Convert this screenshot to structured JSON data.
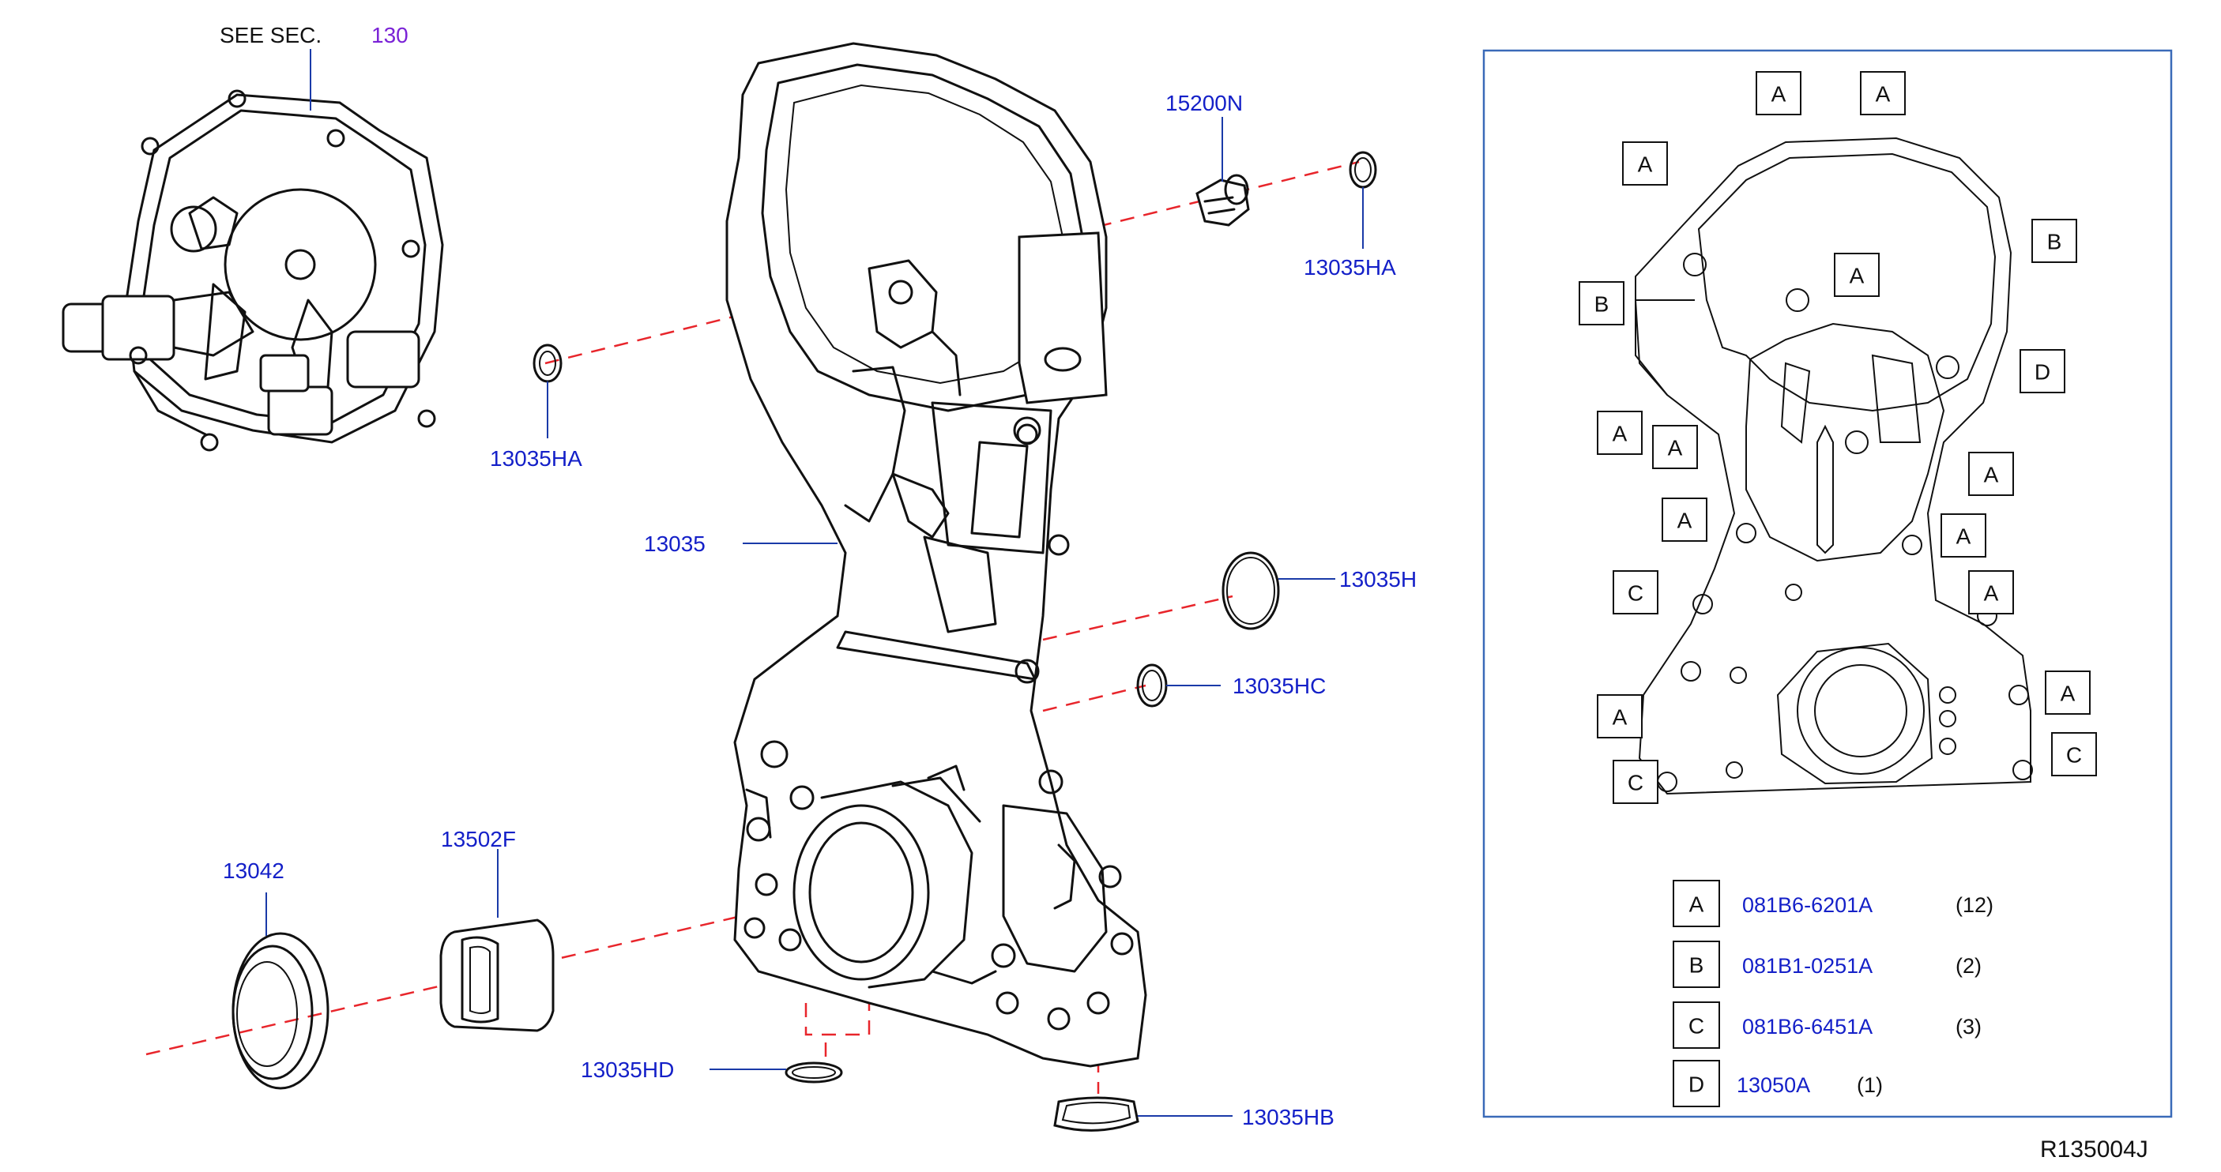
{
  "see_section": {
    "prefix": "SEE   SEC.",
    "number": "130"
  },
  "callouts": {
    "p15200N": "15200N",
    "p13035HA_right": "13035HA",
    "p13035HA_left": "13035HA",
    "p13035": "13035",
    "p13035H": "13035H",
    "p13035HC": "13035HC",
    "p13042": "13042",
    "p13502F": "13502F",
    "p13035HD": "13035HD",
    "p13035HB": "13035HB"
  },
  "bolt_map": {
    "markers": [
      "A",
      "A",
      "A",
      "B",
      "A",
      "B",
      "D",
      "A",
      "A",
      "A",
      "A",
      "A",
      "C",
      "A",
      "A",
      "A",
      "C",
      "C"
    ]
  },
  "legend": [
    {
      "letter": "A",
      "code": "081B6-6201A",
      "qty": "(12)"
    },
    {
      "letter": "B",
      "code": "081B1-0251A",
      "qty": "(2)"
    },
    {
      "letter": "C",
      "code": "081B6-6451A",
      "qty": "(3)"
    },
    {
      "letter": "D",
      "code": "13050A",
      "qty": "(1)"
    }
  ],
  "diagram_id": "R135004J",
  "colors": {
    "callout": "#1420c8",
    "leader": "#1a3aa8",
    "centerline": "#e8252b",
    "section_ref": "#7a22d6",
    "frame": "#3a6ab8"
  }
}
